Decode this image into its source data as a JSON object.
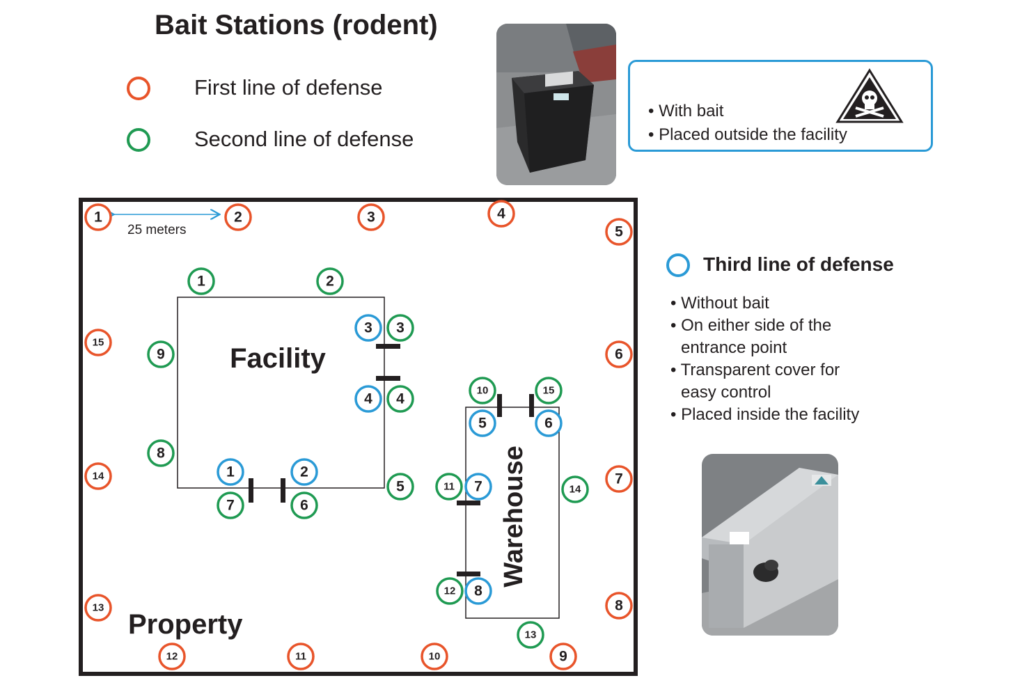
{
  "title": "Bait Stations (rodent)",
  "legend": {
    "first": {
      "label": "First line of defense",
      "color": "#e8542a"
    },
    "second": {
      "label": "Second line of defense",
      "color": "#1f9a52"
    },
    "third": {
      "label": "Third line of defense",
      "color": "#2a9ad6"
    }
  },
  "outside_box": {
    "items": [
      "• With bait",
      "• Placed outside the facility"
    ],
    "icon": "poison-skull-warning-icon"
  },
  "third_list": [
    "• Without bait",
    "• On either side of the",
    "  entrance point",
    "• Transparent cover for",
    "  easy control",
    "• Placed inside the facility"
  ],
  "map": {
    "distance_label": "25 meters",
    "property_label": "Property",
    "facility_label": "Facility",
    "warehouse_label": "Warehouse"
  },
  "stations": {
    "first": [
      "1",
      "2",
      "3",
      "4",
      "5",
      "6",
      "7",
      "8",
      "9",
      "10",
      "11",
      "12",
      "13",
      "14",
      "15"
    ],
    "second": [
      "1",
      "2",
      "3",
      "4",
      "5",
      "6",
      "7",
      "8",
      "9",
      "10",
      "11",
      "12",
      "13",
      "14",
      "15"
    ],
    "third": [
      "1",
      "2",
      "3",
      "4",
      "5",
      "6",
      "7",
      "8"
    ]
  }
}
